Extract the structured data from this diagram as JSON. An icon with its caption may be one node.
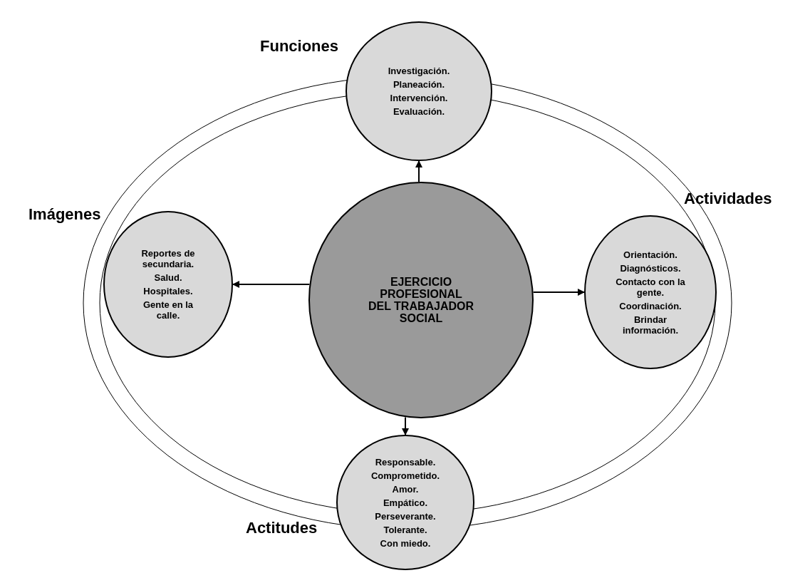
{
  "diagram": {
    "nodes": [
      {
        "text": [
          "Funciones",
          "Investigación.",
          "Planeación.",
          "Intervención.",
          "Evaluación."
        ]
      },
      {
        "text": [
          "Imágenes",
          "Reportes de secundaria.",
          "Salud.",
          "Hospitales.",
          "Gente en la calle."
        ]
      },
      {
        "text": [
          "EJERCICIO PROFESIONAL DEL TRABAJADOR SOCIAL"
        ]
      },
      {
        "text": [
          "Actividades",
          "Orientación.",
          "Diagnósticos.",
          "Contacto con la gente.",
          "Coordinación.",
          "Brindar información."
        ]
      },
      {
        "text": [
          "Actitudes",
          "Responsable.",
          "Comprometido.",
          "Amor.",
          "Empático.",
          "Perseverante.",
          "Tolerante.",
          "Con miedo."
        ]
      }
    ],
    "edges": [
      {
        "from": 2,
        "to": 0,
        "arrow": "to"
      },
      {
        "from": 2,
        "to": 1,
        "arrow": "to"
      },
      {
        "from": 2,
        "to": 3,
        "arrow": "to"
      },
      {
        "from": 2,
        "to": 4,
        "arrow": "to"
      }
    ]
  }
}
